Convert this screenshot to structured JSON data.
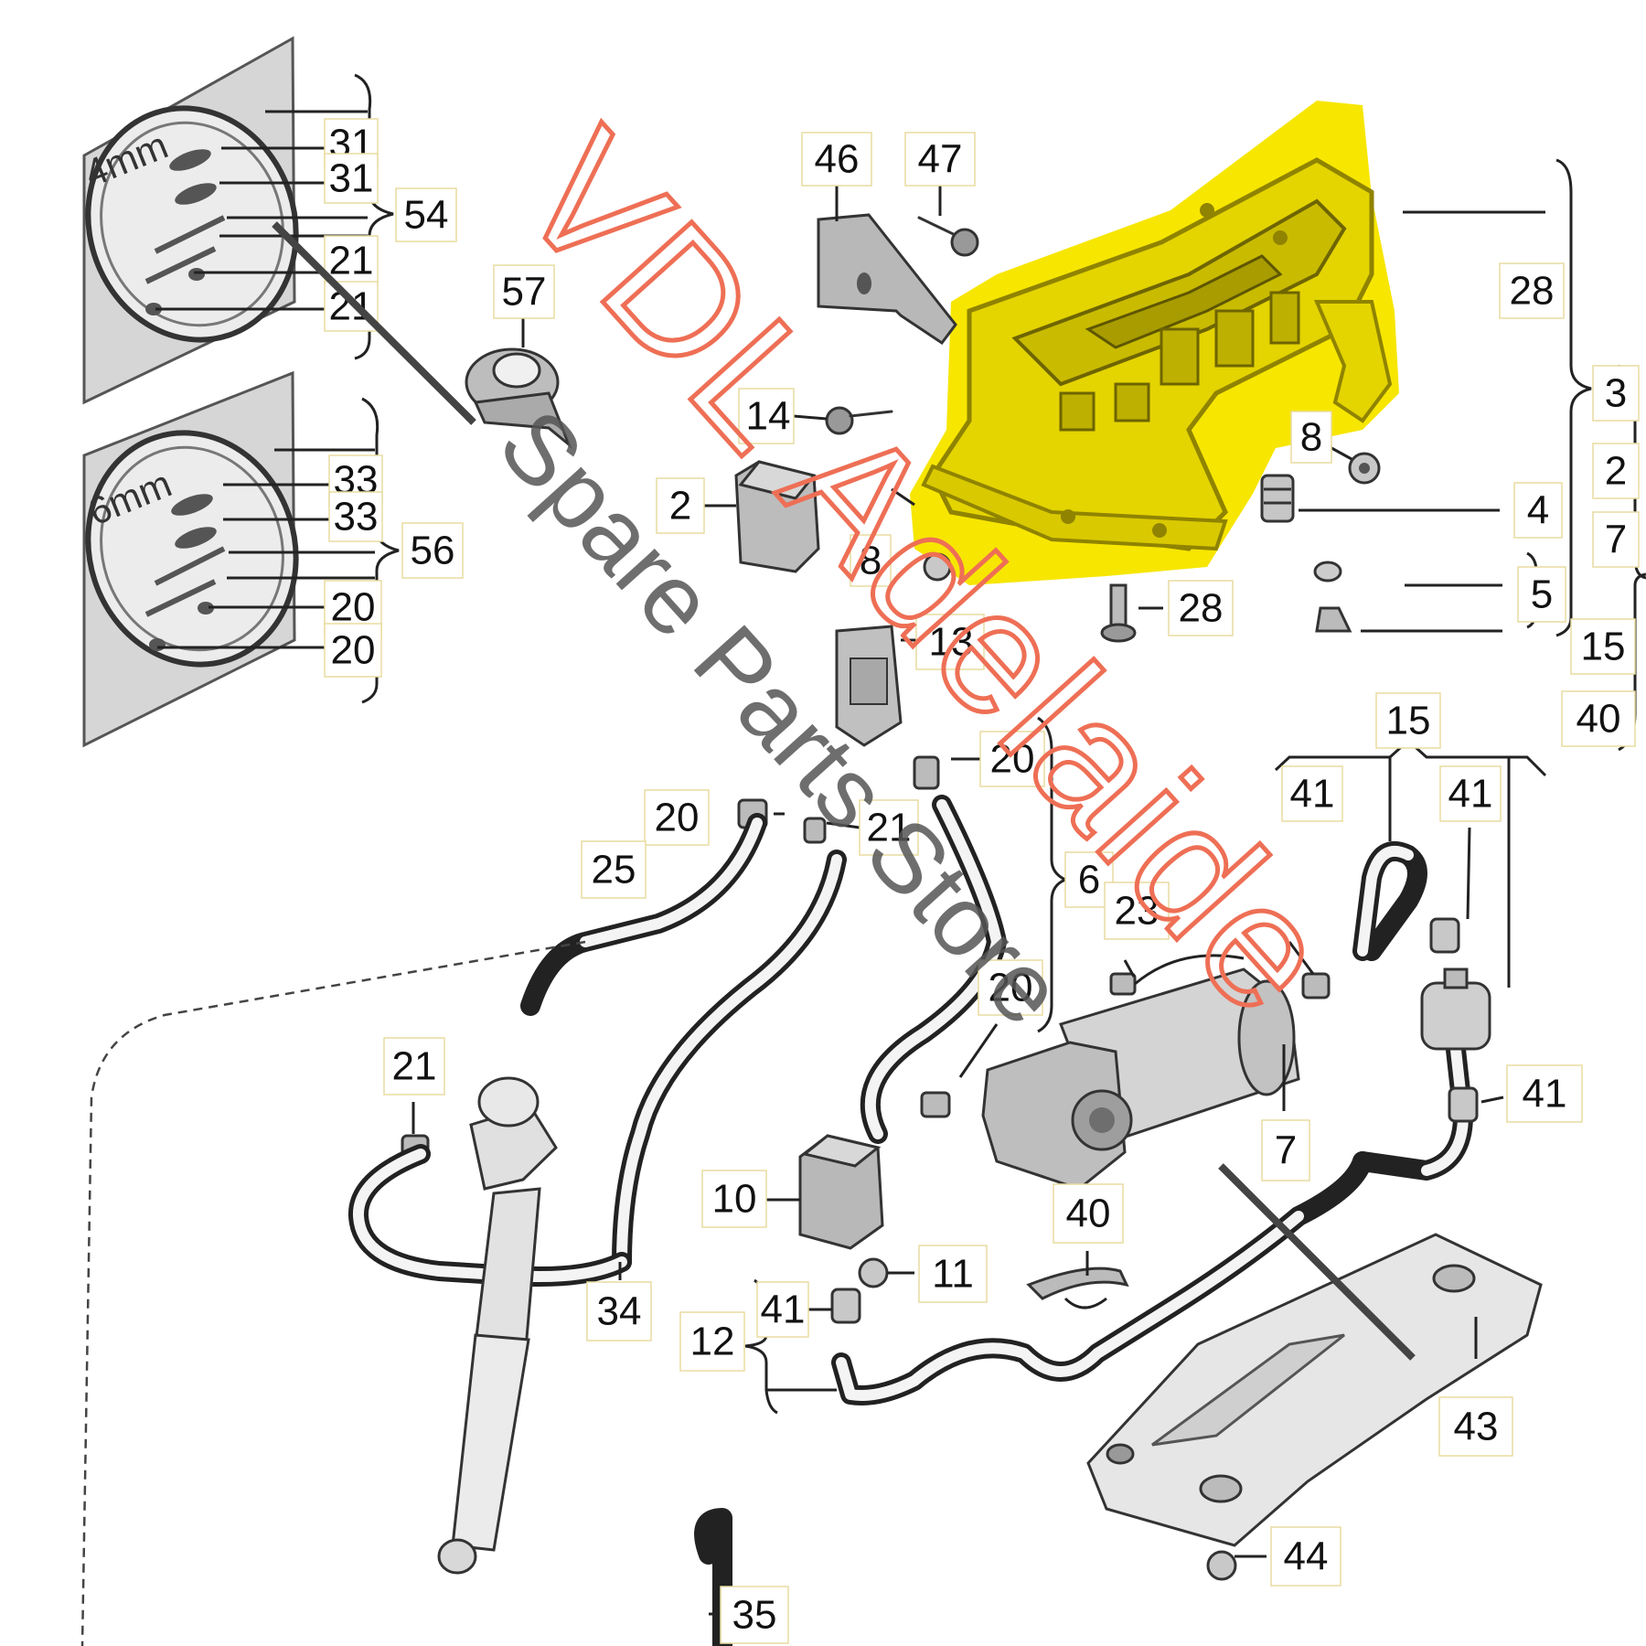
{
  "colors": {
    "highlight": "#f7e600",
    "watermark": "#ee6f55",
    "part_fill": "#d9d9d9",
    "line": "#222222"
  },
  "shims": [
    {
      "name": "shim-4mm",
      "thickness": "4mm",
      "group": "54",
      "items": [
        "31",
        "31",
        "21",
        "21"
      ]
    },
    {
      "name": "shim-6mm",
      "thickness": "6mm",
      "group": "56",
      "items": [
        "33",
        "33",
        "20",
        "20"
      ]
    }
  ],
  "callouts": {
    "c46": "46",
    "c47": "47",
    "c57": "57",
    "c28a": "28",
    "c3": "3",
    "c2r": "2",
    "c7r": "7",
    "c15r": "15",
    "c40r": "40",
    "c14": "14",
    "c8a": "8",
    "c2": "2",
    "c4": "4",
    "c8b": "8",
    "c28b": "28",
    "c5": "5",
    "c13": "13",
    "c20a": "20",
    "c20b": "20",
    "c21a": "21",
    "c15": "15",
    "c41a": "41",
    "c41b": "41",
    "c25": "25",
    "c6": "6",
    "c23": "23",
    "c20c": "20",
    "c21b": "21",
    "c41c": "41",
    "c7": "7",
    "c10": "10",
    "c40": "40",
    "c11": "11",
    "c41d": "41",
    "c34": "34",
    "c12": "12",
    "c43": "43",
    "c44": "44",
    "c35": "35"
  },
  "watermark": {
    "main": "VDL Adelaide",
    "sub": "Spare Parts Store"
  }
}
